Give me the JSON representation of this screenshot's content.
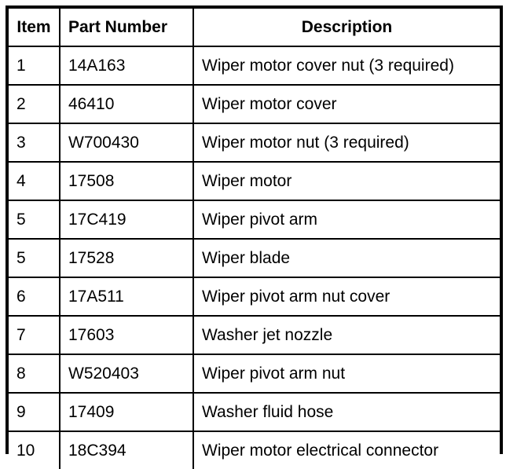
{
  "table": {
    "columns": [
      {
        "key": "item",
        "label": "Item"
      },
      {
        "key": "part_number",
        "label": "Part Number"
      },
      {
        "key": "description",
        "label": "Description"
      }
    ],
    "rows": [
      {
        "item": "1",
        "part_number": "14A163",
        "description": "Wiper motor cover nut (3 required)"
      },
      {
        "item": "2",
        "part_number": "46410",
        "description": "Wiper motor cover"
      },
      {
        "item": "3",
        "part_number": "W700430",
        "description": "Wiper motor nut (3 required)"
      },
      {
        "item": "4",
        "part_number": "17508",
        "description": "Wiper motor"
      },
      {
        "item": "5",
        "part_number": "17C419",
        "description": "Wiper pivot arm"
      },
      {
        "item": "5",
        "part_number": "17528",
        "description": "Wiper blade"
      },
      {
        "item": "6",
        "part_number": "17A511",
        "description": "Wiper pivot arm nut cover"
      },
      {
        "item": "7",
        "part_number": "17603",
        "description": "Washer jet nozzle"
      },
      {
        "item": "8",
        "part_number": "W520403",
        "description": "Wiper pivot arm nut"
      },
      {
        "item": "9",
        "part_number": "17409",
        "description": "Washer fluid hose"
      },
      {
        "item": "10",
        "part_number": "18C394",
        "description": "Wiper motor electrical connector"
      }
    ]
  },
  "colors": {
    "border": "#000000",
    "text": "#000000",
    "background": "#ffffff"
  }
}
